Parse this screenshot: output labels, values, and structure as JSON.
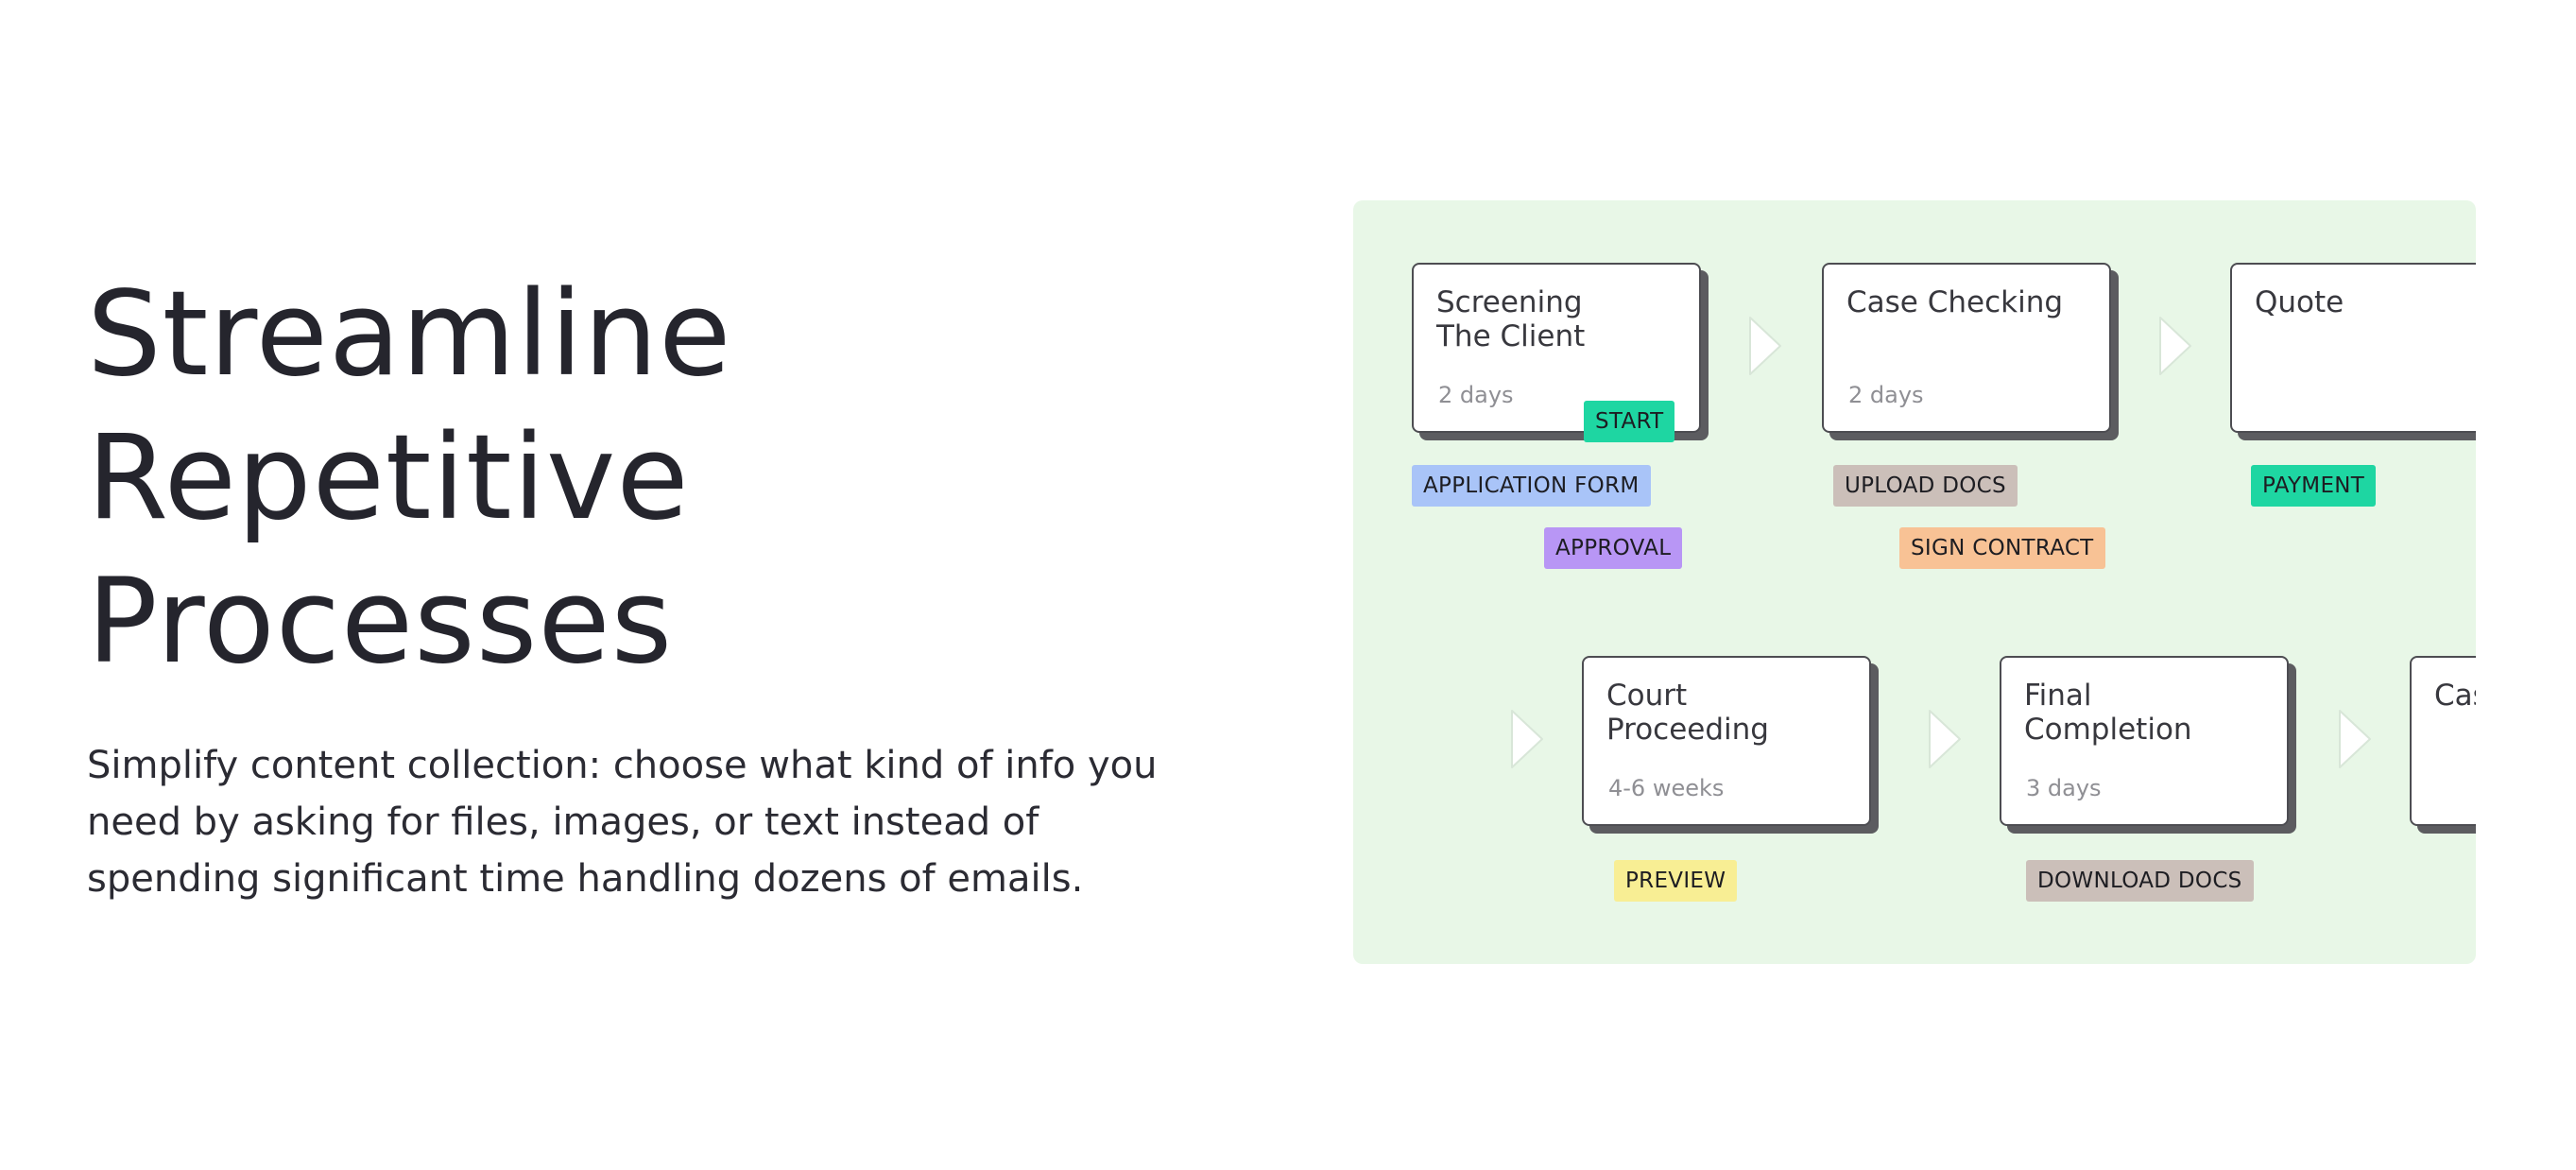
{
  "hero": {
    "title_lines": [
      "Streamline",
      "Repetitive",
      "Processes"
    ],
    "description": "Simplify content collection: choose what kind of info you need by asking for files, images, or text instead of spending significant time handling dozens of emails."
  },
  "workflow": {
    "row1": [
      {
        "title_lines": [
          "Screening",
          "The Client"
        ],
        "duration": "2 days"
      },
      {
        "title_lines": [
          "Case Checking"
        ],
        "duration": "2 days"
      },
      {
        "title_lines": [
          "Quote"
        ],
        "duration": ""
      }
    ],
    "row2": [
      {
        "title_lines": [
          "Court",
          "Proceeding"
        ],
        "duration": "4-6 weeks"
      },
      {
        "title_lines": [
          "Final Completion"
        ],
        "duration": "3 days"
      },
      {
        "title_lines": [
          "Cas"
        ],
        "duration": ""
      }
    ],
    "tags": {
      "start": "START",
      "application_form": "APPLICATION FORM",
      "approval": "APPROVAL",
      "upload_docs": "UPLOAD DOCS",
      "sign_contract": "SIGN CONTRACT",
      "payment": "PAYMENT",
      "preview": "PREVIEW",
      "download_docs": "DOWNLOAD DOCS"
    }
  },
  "colors": {
    "panel_bg": "#e8f7e7",
    "tag_teal": "#1ed6a2",
    "tag_blue": "#a9c4f8",
    "tag_purple": "#b896f5",
    "tag_taupe": "#cbbfb9",
    "tag_orange": "#f8c295",
    "tag_yellow": "#f8ee94"
  }
}
